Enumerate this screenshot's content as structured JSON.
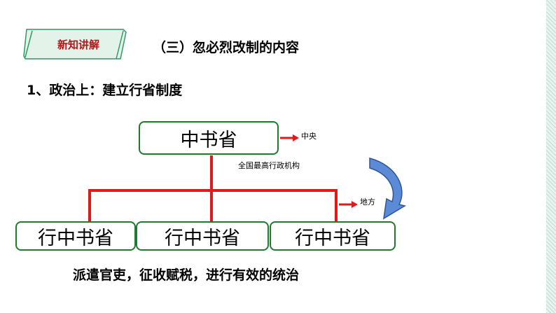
{
  "header": {
    "badge_label": "新知讲解",
    "section_title": "（三）忽必烈改制的内容"
  },
  "subtitle": "1、政治上：建立行省制度",
  "diagram": {
    "top_box": "中书省",
    "central_label": "中央",
    "central_desc": "全国最高行政机构",
    "local_label": "地方",
    "provinces": [
      "行中书省",
      "行中书省",
      "行中书省"
    ]
  },
  "bottom_text": "派遣官吏，征收赋税，进行有效的统治",
  "colors": {
    "box_border": "#1f7a2e",
    "connector": "#e01a1a",
    "badge_fill": "#e3f3ea",
    "badge_text": "#b5161a",
    "curved_arrow": "#4472c4"
  }
}
